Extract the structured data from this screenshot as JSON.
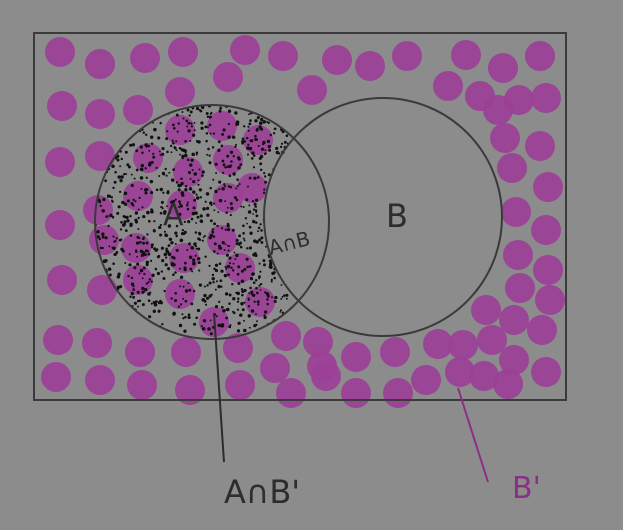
{
  "colors": {
    "background": "#8c8c8c",
    "outline": "#3a3a3a",
    "dot_fill": "#9b3f97",
    "stipple": "#111111",
    "callout_dark": "#2d2d2d",
    "callout_magenta": "#8b2f86"
  },
  "labels": {
    "set_a": "A",
    "set_b": "B",
    "intersection": "A∩B",
    "a_minus_b": "A∩B'",
    "b_complement": "B'"
  }
}
